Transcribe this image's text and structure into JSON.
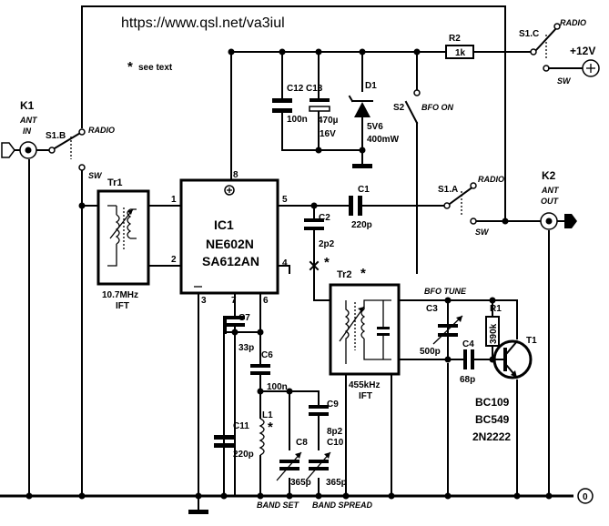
{
  "url": "https://www.qsl.net/va3iul",
  "see_text": "see text",
  "star": "*",
  "k1": {
    "ref": "K1",
    "line1": "ANT",
    "line2": "IN"
  },
  "k2": {
    "ref": "K2",
    "line1": "ANT",
    "line2": "OUT"
  },
  "s1b": {
    "ref": "S1.B",
    "radio": "RADIO",
    "sw": "SW"
  },
  "s1a": {
    "ref": "S1.A",
    "radio": "RADIO",
    "sw": "SW"
  },
  "s1c": {
    "ref": "S1.C",
    "radio": "RADIO",
    "sw": "SW"
  },
  "s2": {
    "ref": "S2",
    "label": "BFO ON"
  },
  "supply": "+12V",
  "ground_node": "0",
  "tr1": {
    "ref": "Tr1",
    "line1": "10.7MHz",
    "line2": "IFT"
  },
  "tr2": {
    "ref": "Tr2",
    "line1": "455kHz",
    "line2": "IFT"
  },
  "ic1": {
    "ref": "IC1",
    "line1": "NE602N",
    "line2": "SA612AN",
    "pins": {
      "p1": "1",
      "p2": "2",
      "p3": "3",
      "p4": "4",
      "p5": "5",
      "p6": "6",
      "p7": "7",
      "p8": "8"
    }
  },
  "r1": {
    "ref": "R1",
    "value": "390k"
  },
  "r2": {
    "ref": "R2",
    "value": "1k"
  },
  "d1": {
    "ref": "D1",
    "line1": "5V6",
    "line2": "400mW"
  },
  "c1": {
    "ref": "C1",
    "value": "220p"
  },
  "c2": {
    "ref": "C2",
    "value": "2p2"
  },
  "c3": {
    "ref": "C3",
    "value": "500p"
  },
  "c4": {
    "ref": "C4",
    "value": "68p"
  },
  "c6": {
    "ref": "C6",
    "value": "100n"
  },
  "c7": {
    "ref": "C7",
    "value": "33p"
  },
  "c8": {
    "ref": "C8",
    "value": "365p"
  },
  "c9": {
    "ref": "C9",
    "value": "8p2"
  },
  "c10": {
    "ref": "C10",
    "value": "365p"
  },
  "c11": {
    "ref": "C11",
    "value": "220p"
  },
  "c12": {
    "ref": "C12",
    "value": "100n"
  },
  "c13": {
    "ref": "C13",
    "line1": "470µ",
    "line2": "16V"
  },
  "l1": {
    "ref": "L1"
  },
  "t1": {
    "ref": "T1",
    "types": [
      "BC109",
      "BC549",
      "2N2222"
    ]
  },
  "bfo_tune": "BFO TUNE",
  "band_set": "BAND SET",
  "band_spread": "BAND SPREAD"
}
